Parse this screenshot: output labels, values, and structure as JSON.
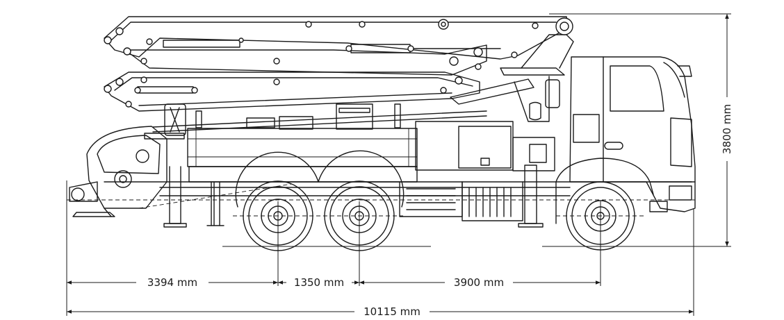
{
  "dimensions": {
    "rear_overhang": "3394 mm",
    "tandem_spacing": "1350 mm",
    "wheelbase": "3900 mm",
    "overall_length": "10115 mm",
    "overall_height": "3800 mm"
  },
  "colors": {
    "line": "#1a1a1a",
    "background": "#ffffff"
  },
  "icons": {
    "vehicle": "truck-mounted-concrete-pump-icon",
    "boom": "folded-boom-icon",
    "wheel": "wheel-icon",
    "arrow": "dimension-arrow-icon"
  }
}
